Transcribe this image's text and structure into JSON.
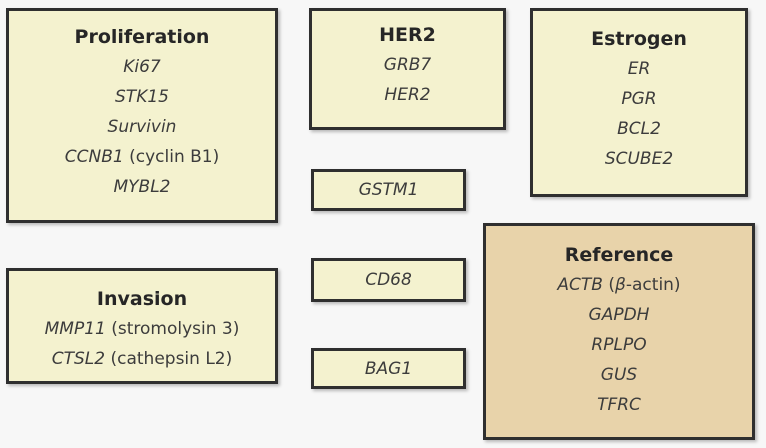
{
  "groups": {
    "proliferation": {
      "title": "Proliferation",
      "genes": [
        {
          "gene": "Ki67",
          "note": ""
        },
        {
          "gene": "STK15",
          "note": ""
        },
        {
          "gene": "Survivin",
          "note": ""
        },
        {
          "gene": "CCNB1",
          "note": " (cyclin B1)"
        },
        {
          "gene": "MYBL2",
          "note": ""
        }
      ]
    },
    "her2": {
      "title": "HER2",
      "genes": [
        {
          "gene": "GRB7",
          "note": ""
        },
        {
          "gene": "HER2",
          "note": ""
        }
      ]
    },
    "estrogen": {
      "title": "Estrogen",
      "genes": [
        {
          "gene": "ER",
          "note": ""
        },
        {
          "gene": "PGR",
          "note": ""
        },
        {
          "gene": "BCL2",
          "note": ""
        },
        {
          "gene": "SCUBE2",
          "note": ""
        }
      ]
    },
    "gstm1": {
      "genes": [
        {
          "gene": "GSTM1",
          "note": ""
        }
      ]
    },
    "cd68": {
      "genes": [
        {
          "gene": "CD68",
          "note": ""
        }
      ]
    },
    "bag1": {
      "genes": [
        {
          "gene": "BAG1",
          "note": ""
        }
      ]
    },
    "invasion": {
      "title": "Invasion",
      "genes": [
        {
          "gene": "MMP11",
          "note": " (stromolysin 3)"
        },
        {
          "gene": "CTSL2",
          "note": " (cathepsin L2)"
        }
      ]
    },
    "reference": {
      "title": "Reference",
      "genes": [
        {
          "gene": "ACTB",
          "note_pre": " (",
          "greek": "β",
          "note": "-actin)"
        },
        {
          "gene": "GAPDH",
          "note": ""
        },
        {
          "gene": "RPLPO",
          "note": ""
        },
        {
          "gene": "GUS",
          "note": ""
        },
        {
          "gene": "TFRC",
          "note": ""
        }
      ]
    }
  },
  "colors": {
    "panel_fill": "#f4f2cf",
    "reference_fill": "#e8d3aa",
    "border": "#2f2f2f",
    "background": "#f7f7f7"
  }
}
